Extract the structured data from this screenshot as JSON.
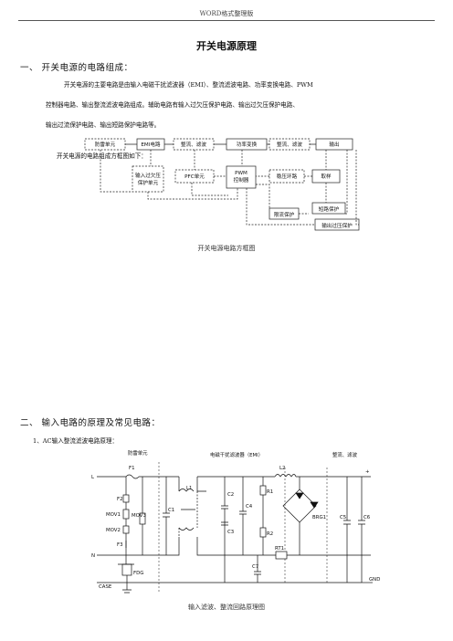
{
  "header": "WORD格式整理版",
  "title": "开关电源原理",
  "section1": {
    "heading": "一、  开关电源的电路组成：",
    "para_line1": "开关电源的主要电路是由输入电磁干扰滤波器（EMI）、整流滤波电路、功率变换电路、PWM",
    "para_line2": "控制器电路、输出整流滤波电路组成。辅助电路有输入过欠压保护电路、输出过欠压保护电路、",
    "para_line3": "输出过流保护电路、输出短路保护电路等。",
    "para_line4": "开关电源的电路组成方框图如下：",
    "caption": "开关电源电路方框图"
  },
  "block_diagram": {
    "top_row": [
      "防雷单元",
      "EMI电路",
      "整流、滤波",
      "功率变换",
      "整流、滤波",
      "输出"
    ],
    "input_protect": [
      "输入过欠压",
      "保护单元"
    ],
    "pfc": "PFC单元",
    "pwm": [
      "PWM",
      "控制器"
    ],
    "isolation": "稳压环路",
    "sampling": "取样",
    "current_protect": "限流保护",
    "short_protect": "短路保护",
    "output_protect": "输出过压保护"
  },
  "section2": {
    "heading": "二、  输入电路的原理及常见电路：",
    "sub": "1、AC输入整流滤波电路原理：",
    "caption": "输入滤波、整流回路原理图"
  },
  "schematic": {
    "label_lightning": "防雷单元",
    "label_emi": "电磁干扰滤波器（EMI）",
    "label_rect": "整流、滤波",
    "L": "L",
    "N": "N",
    "CASE": "CASE",
    "GND": "GND",
    "plus": "+",
    "F1": "F1",
    "F2": "F2",
    "F3": "F3",
    "MOV1": "MOV1",
    "MOV2": "MOV2",
    "MOV3": "MOV3",
    "FDG": "FDG",
    "C1": "C1",
    "C2": "C2",
    "C3": "C3",
    "C4": "C4",
    "C5": "C5",
    "C6": "C6",
    "C7": "C7",
    "L1": "L1",
    "L2": "L2",
    "R1": "R1",
    "R2": "R2",
    "RT1": "RT1",
    "BRG1": "BRG1"
  }
}
